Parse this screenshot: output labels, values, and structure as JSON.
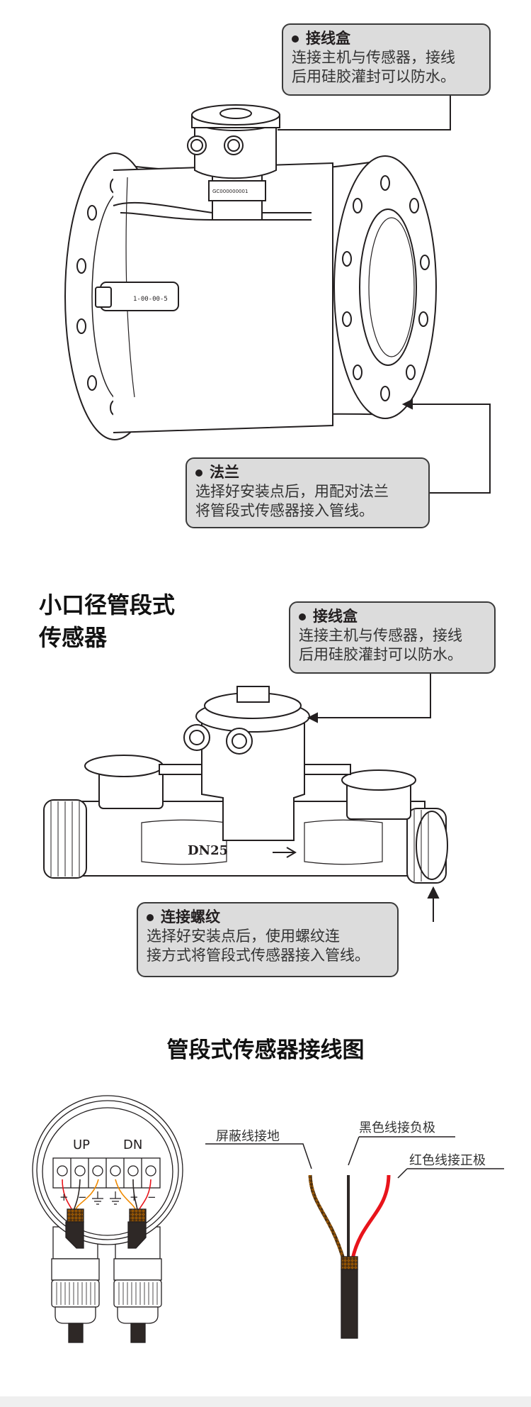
{
  "callouts": [
    {
      "title": "接线盒",
      "lines": [
        "连接主机与传感器，接线",
        "后用硅胶灌封可以防水。"
      ]
    },
    {
      "title": "法兰",
      "lines": [
        "选择好安装点后，用配对法兰",
        "将管段式传感器接入管线。"
      ]
    },
    {
      "title": "接线盒",
      "lines": [
        "连接主机与传感器，接线",
        "后用硅胶灌封可以防水。"
      ]
    },
    {
      "title": "连接螺纹",
      "lines": [
        "选择好安装点后，使用螺纹连",
        "接方式将管段式传感器接入管线。"
      ]
    }
  ],
  "small_section": {
    "title_lines": [
      "小口径管段式",
      "传感器"
    ],
    "pipe_label": "DN25"
  },
  "wiring": {
    "title": "管段式传感器接线图",
    "terminal_labels": [
      "UP",
      "DN"
    ],
    "polarity": [
      "+",
      "−",
      "+",
      "−"
    ],
    "wire_labels": [
      "屏蔽线接地",
      "黑色线接负极",
      "红色线接正极"
    ]
  },
  "colors": {
    "red_wire": "#e8141b",
    "shield": "#f08a00",
    "cable": "#2e2826",
    "callout_bg": "#dcdcdc"
  }
}
